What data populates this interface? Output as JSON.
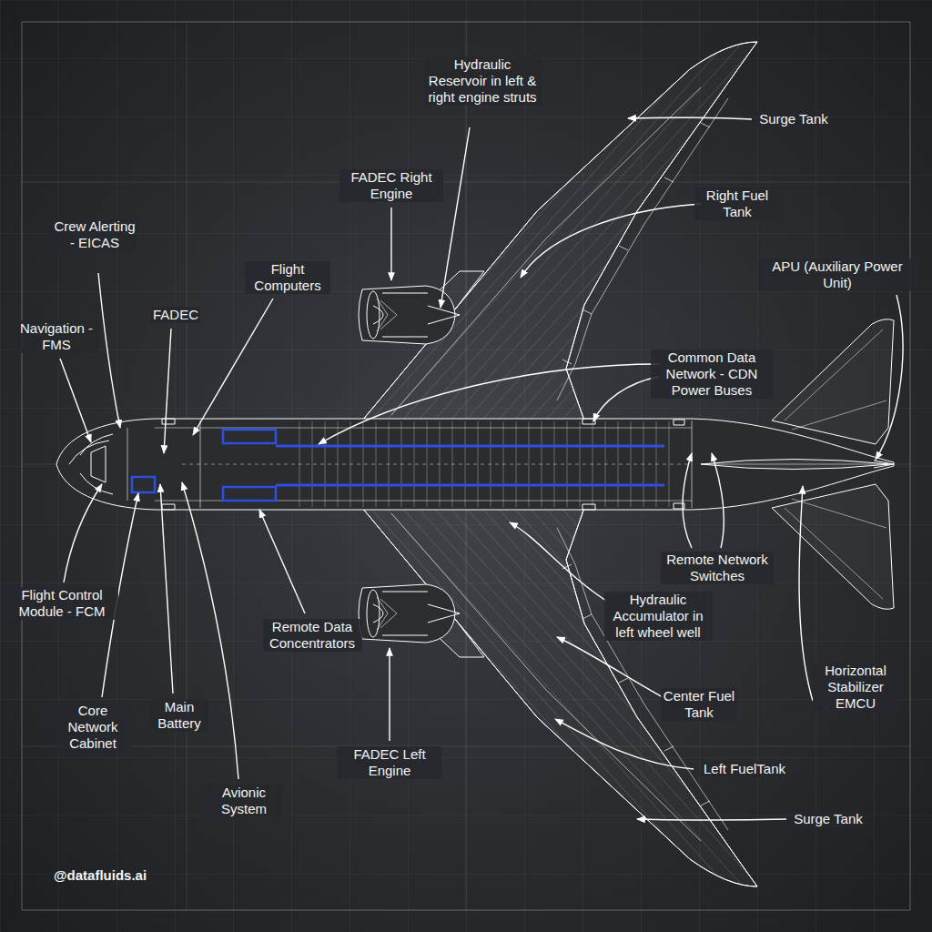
{
  "diagram": {
    "labels": [
      "Hydraulic Reservoir in left & right engine struts",
      "Surge Tank",
      "FADEC Right Engine",
      "Right Fuel Tank",
      "Crew Alerting - EICAS",
      "Flight Computers",
      "APU (Auxiliary Power Unit)",
      "Navigation - FMS",
      "FADEC",
      "Common Data Network - CDN Power Buses",
      "Remote Network Switches",
      "Flight Control Module - FCM",
      "Remote Data Concentrators",
      "Hydraulic Accumulator in left wheel well",
      "Horizontal Stabilizer EMCU",
      "Core Network Cabinet",
      "Main Battery",
      "Center Fuel Tank",
      "FADEC Left Engine",
      "Left FuelTank",
      "Avionic System",
      "Surge Tank",
      "@datafluids.ai"
    ]
  }
}
